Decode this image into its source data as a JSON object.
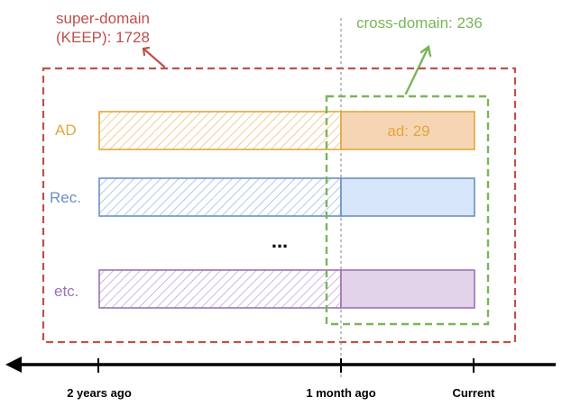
{
  "annotations": {
    "super_domain": {
      "line1": "super-domain",
      "line2": "(KEEP): 1728"
    },
    "cross_domain": {
      "text": "cross-domain: 236"
    }
  },
  "rows": [
    {
      "label": "AD",
      "recent_text": "ad: 29",
      "color": "#e0a83c",
      "fill": "#f6d5b4"
    },
    {
      "label": "Rec.",
      "recent_text": "",
      "color": "#6b8fc7",
      "fill": "#d7e6fb"
    },
    {
      "label": "etc.",
      "recent_text": "",
      "color": "#9b72b5",
      "fill": "#e3d3ea"
    }
  ],
  "ellipsis": "...",
  "timeline": {
    "ticks": [
      "2 years ago",
      "1 month ago",
      "Current"
    ]
  },
  "colors": {
    "super_box": "#c0504d",
    "cross_box": "#79b559",
    "axis": "#000000",
    "divider": "#9a9a9a"
  }
}
